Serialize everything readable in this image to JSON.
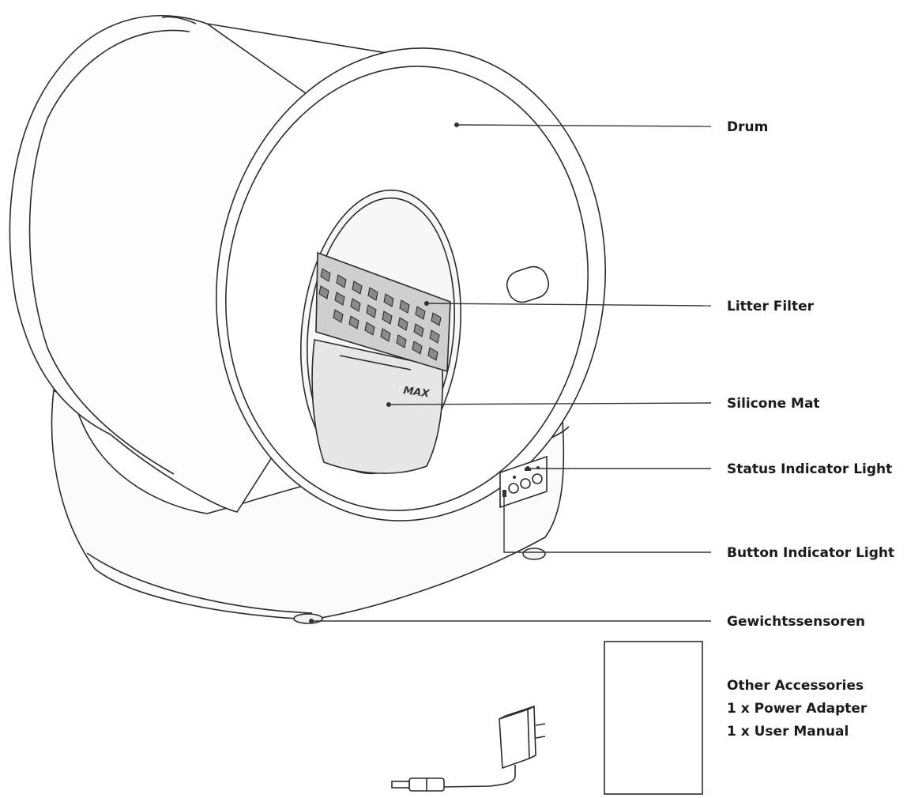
{
  "labels": {
    "drum": "Drum",
    "litter_filter": "Litter Filter",
    "silicone_mat": "Silicone Mat",
    "status_indicator_light": "Status Indicator Light",
    "button_indicator_light": "Button Indicator Light",
    "weight_sensors": "Gewichtssensoren"
  },
  "accessories": {
    "heading": "Other Accessories",
    "items": [
      "1 x Power Adapter",
      "1 x User Manual"
    ]
  },
  "product_marking": "MAX",
  "colors": {
    "line": "#2b2b2b",
    "mat_fill": "#e6e6e6",
    "text": "#1a1a1a"
  }
}
